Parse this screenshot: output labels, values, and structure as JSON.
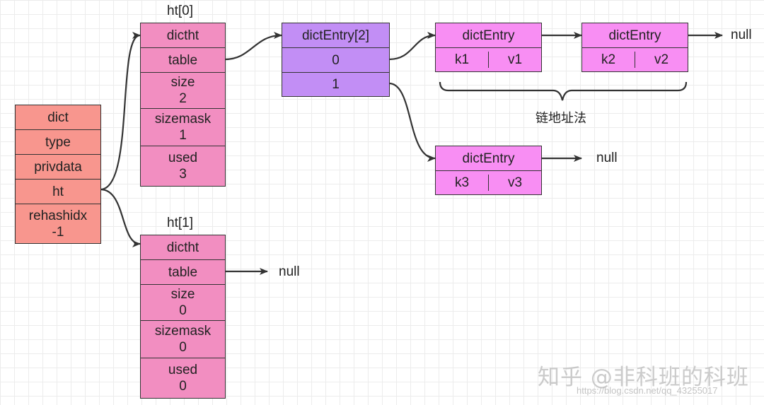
{
  "dict": {
    "fields": [
      "dict",
      "type",
      "privdata",
      "ht"
    ],
    "rehashidx": [
      "rehashidx",
      "-1"
    ]
  },
  "ht0": {
    "label": "ht[0]",
    "header": "dictht",
    "table": "table",
    "size": [
      "size",
      "2"
    ],
    "sizemask": [
      "sizemask",
      "1"
    ],
    "used": [
      "used",
      "3"
    ]
  },
  "ht1": {
    "label": "ht[1]",
    "header": "dictht",
    "table": "table",
    "size": [
      "size",
      "0"
    ],
    "sizemask": [
      "sizemask",
      "0"
    ],
    "used": [
      "used",
      "0"
    ]
  },
  "bucket_array": {
    "title": "dictEntry[2]",
    "slots": [
      "0",
      "1"
    ]
  },
  "entries": [
    {
      "title": "dictEntry",
      "key": "k1",
      "value": "v1"
    },
    {
      "title": "dictEntry",
      "key": "k2",
      "value": "v2"
    },
    {
      "title": "dictEntry",
      "key": "k3",
      "value": "v3"
    }
  ],
  "null_labels": [
    "null",
    "null",
    "null"
  ],
  "chaining_label": "链地址法",
  "watermark": {
    "main": "知乎 @非科班的科班",
    "url": "https://blog.csdn.net/qq_43255017"
  },
  "colors": {
    "dict": "#f8968e",
    "dictht": "#f28ec1",
    "bucket_array": "#c28ef5",
    "dict_entry": "#f88ef3",
    "arrow": "#333333"
  }
}
